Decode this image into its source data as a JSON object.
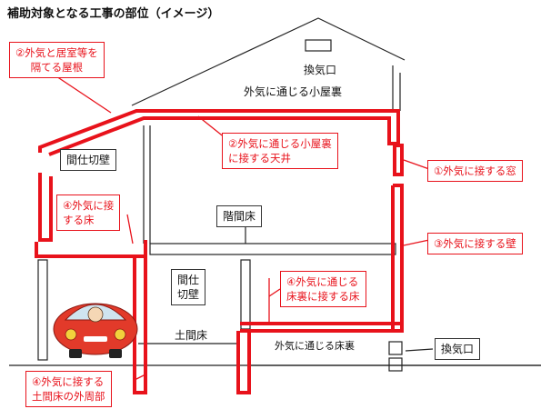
{
  "title": "補助対象となる工事の部位（イメージ）",
  "callouts": {
    "roof": [
      "②外気と居室等を",
      "隔てる屋根"
    ],
    "attic_ceiling": [
      "②外気に通じる小屋裏",
      "に接する天井"
    ],
    "window": "①外気に接する窓",
    "floor_left": [
      "④外気に接",
      "する床"
    ],
    "wall": "③外気に接する壁",
    "underfloor": [
      "④外気に通じる",
      "床裏に接する床"
    ],
    "earth_floor": [
      "④外気に接する",
      "土間床の外周部"
    ]
  },
  "labels": {
    "vent_top": "換気口",
    "attic": "外気に通じる小屋裏",
    "partition_upper": "間仕切壁",
    "floor_between": "階間床",
    "partition_lower": [
      "間仕",
      "切壁"
    ],
    "earth_floor": "土間床",
    "underfloor_space": "外気に通じる床裏",
    "vent_bottom": "換気口"
  },
  "colors": {
    "red": "#e8121b",
    "black": "#222222",
    "car": "#e23a2a"
  }
}
